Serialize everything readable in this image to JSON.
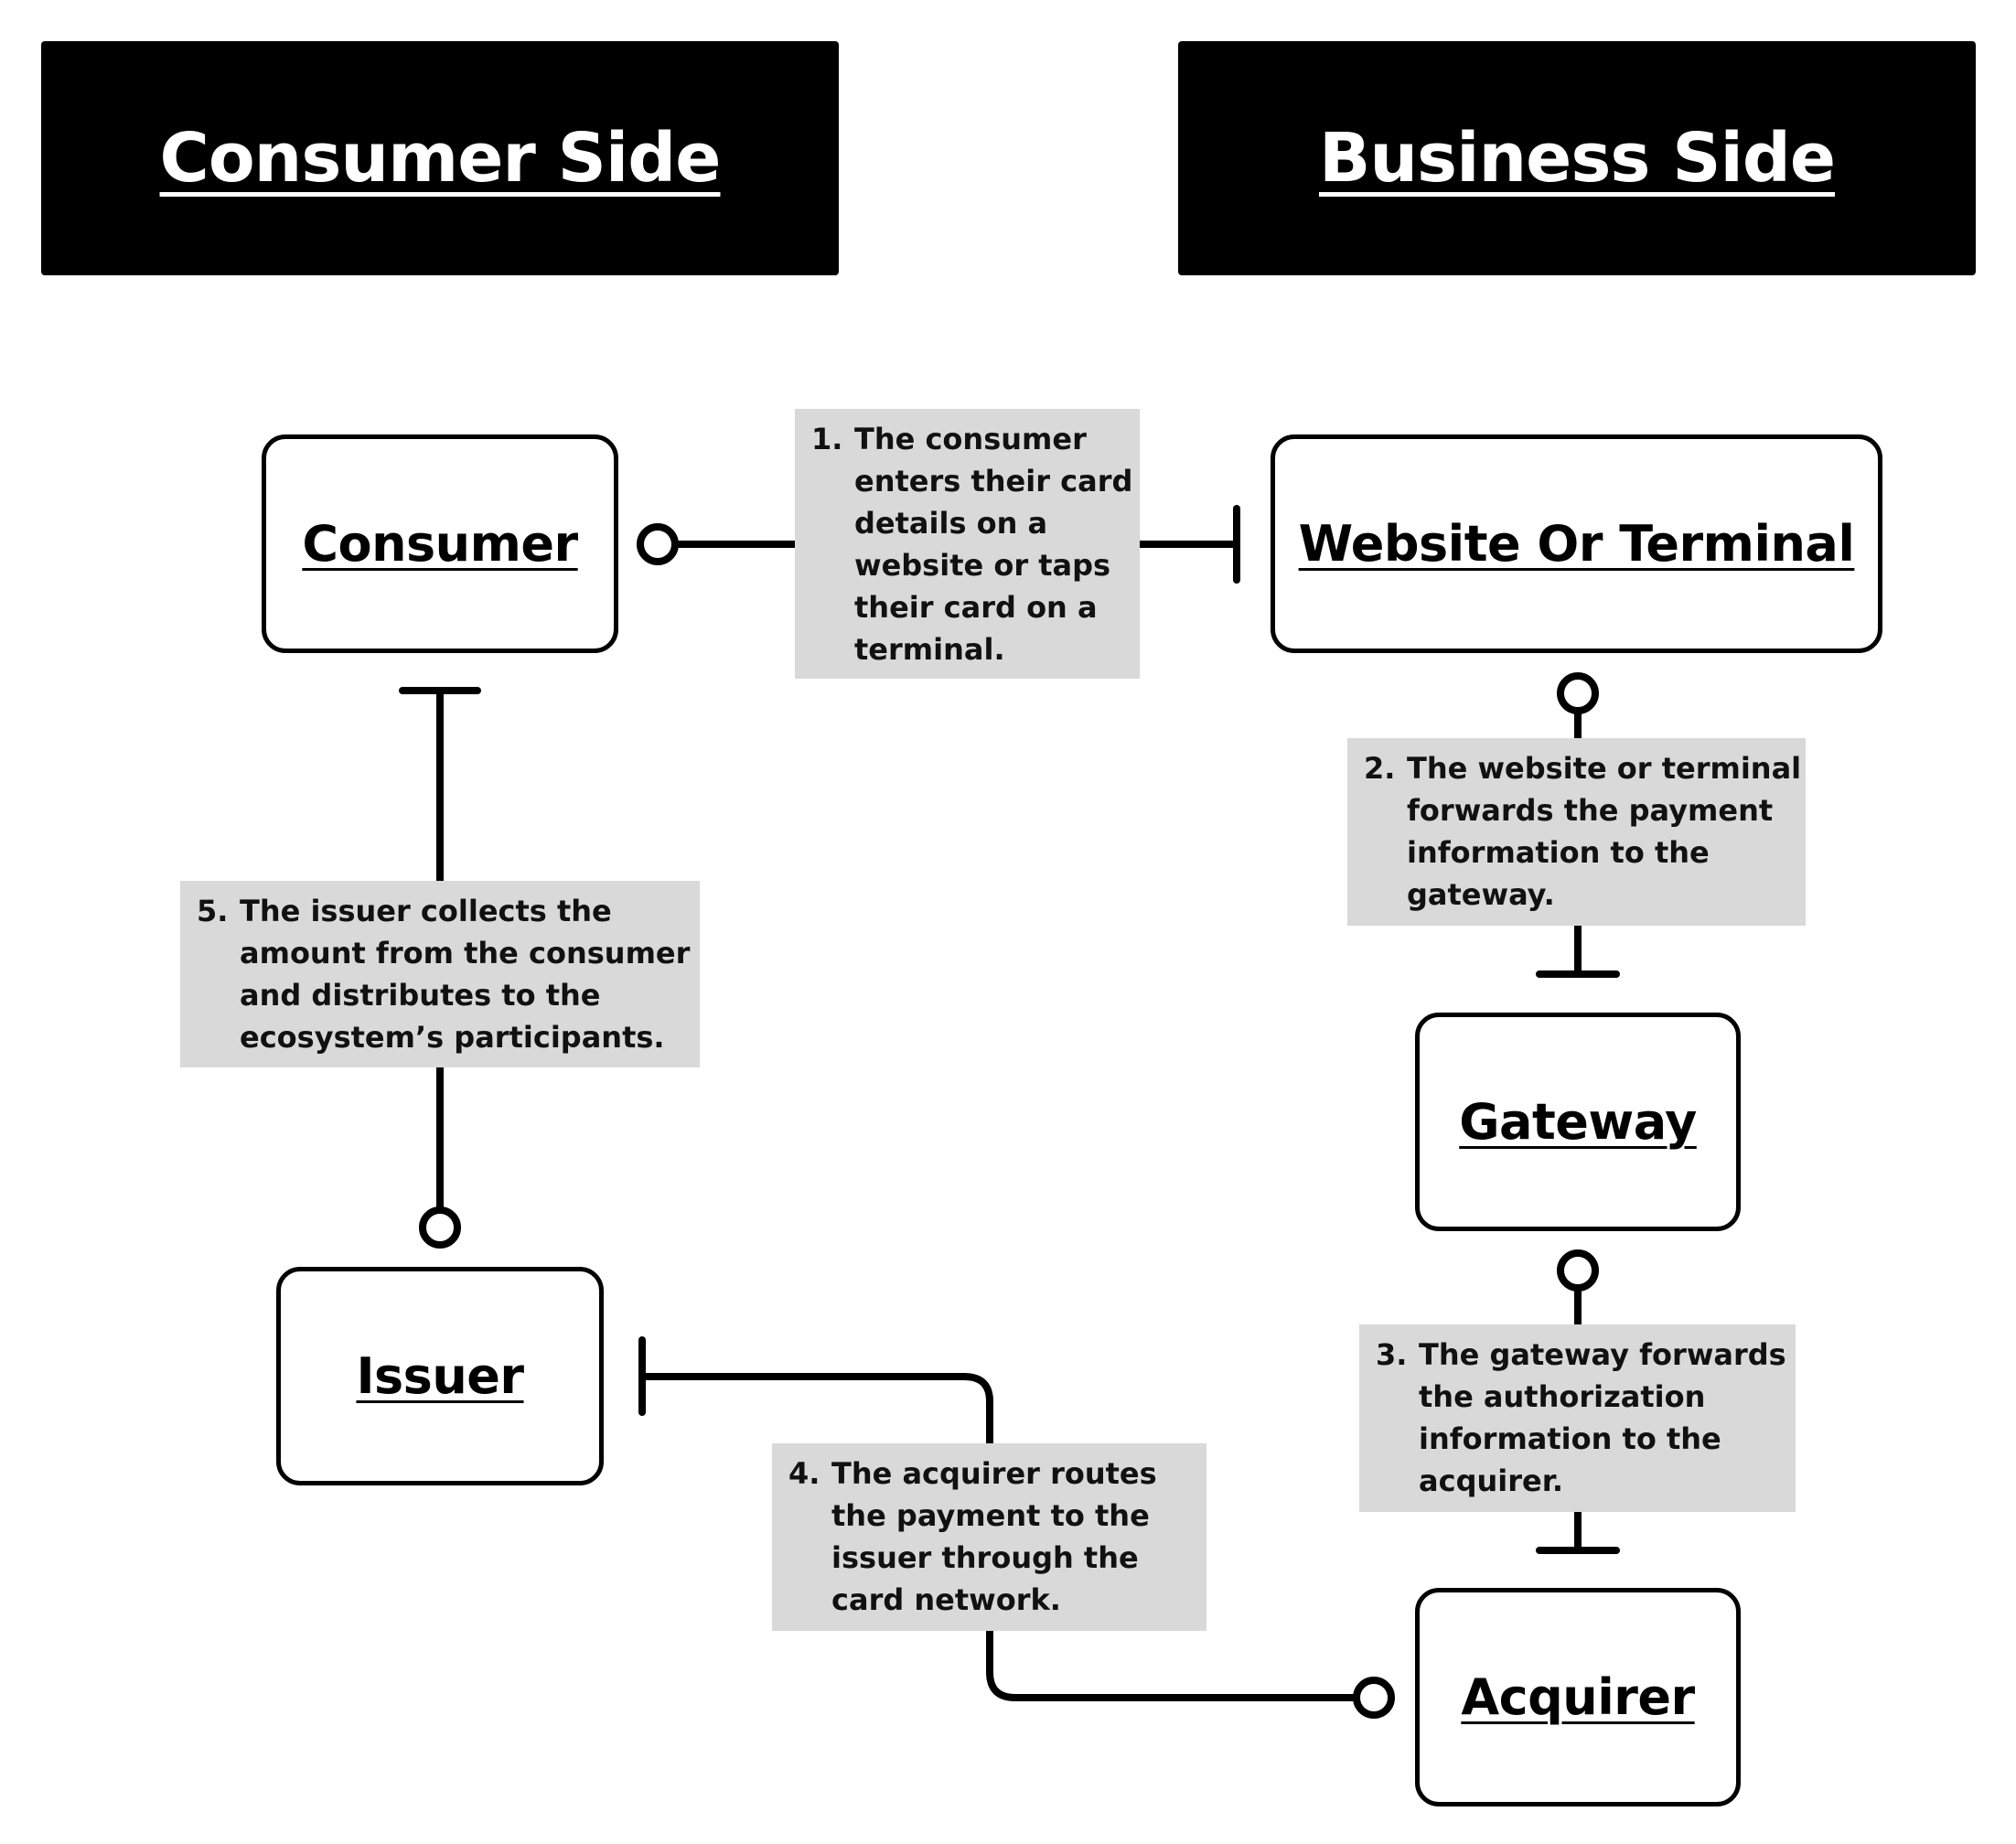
{
  "headers": {
    "consumer_side": "Consumer Side",
    "business_side": "Business Side"
  },
  "nodes": {
    "consumer": "Consumer",
    "website": "Website Or Terminal",
    "gateway": "Gateway",
    "issuer": "Issuer",
    "acquirer": "Acquirer"
  },
  "steps": [
    {
      "number": "1.",
      "text": "The consumer\nenters their card\ndetails on a\nwebsite or taps\ntheir card on a\nterminal."
    },
    {
      "number": "2.",
      "text": "The website or terminal\nforwards the payment\ninformation to the\ngateway."
    },
    {
      "number": "3.",
      "text": "The gateway forwards\nthe authorization\ninformation to the\nacquirer."
    },
    {
      "number": "4.",
      "text": "The acquirer routes\nthe payment to the\nissuer through the\ncard network."
    },
    {
      "number": "5.",
      "text": "The issuer collects the\namount from the consumer\nand distributes to the\necosystem’s participants."
    }
  ],
  "colors": {
    "header_bg": "#000000",
    "note_bg": "#d9d9d9",
    "line": "#000000"
  }
}
